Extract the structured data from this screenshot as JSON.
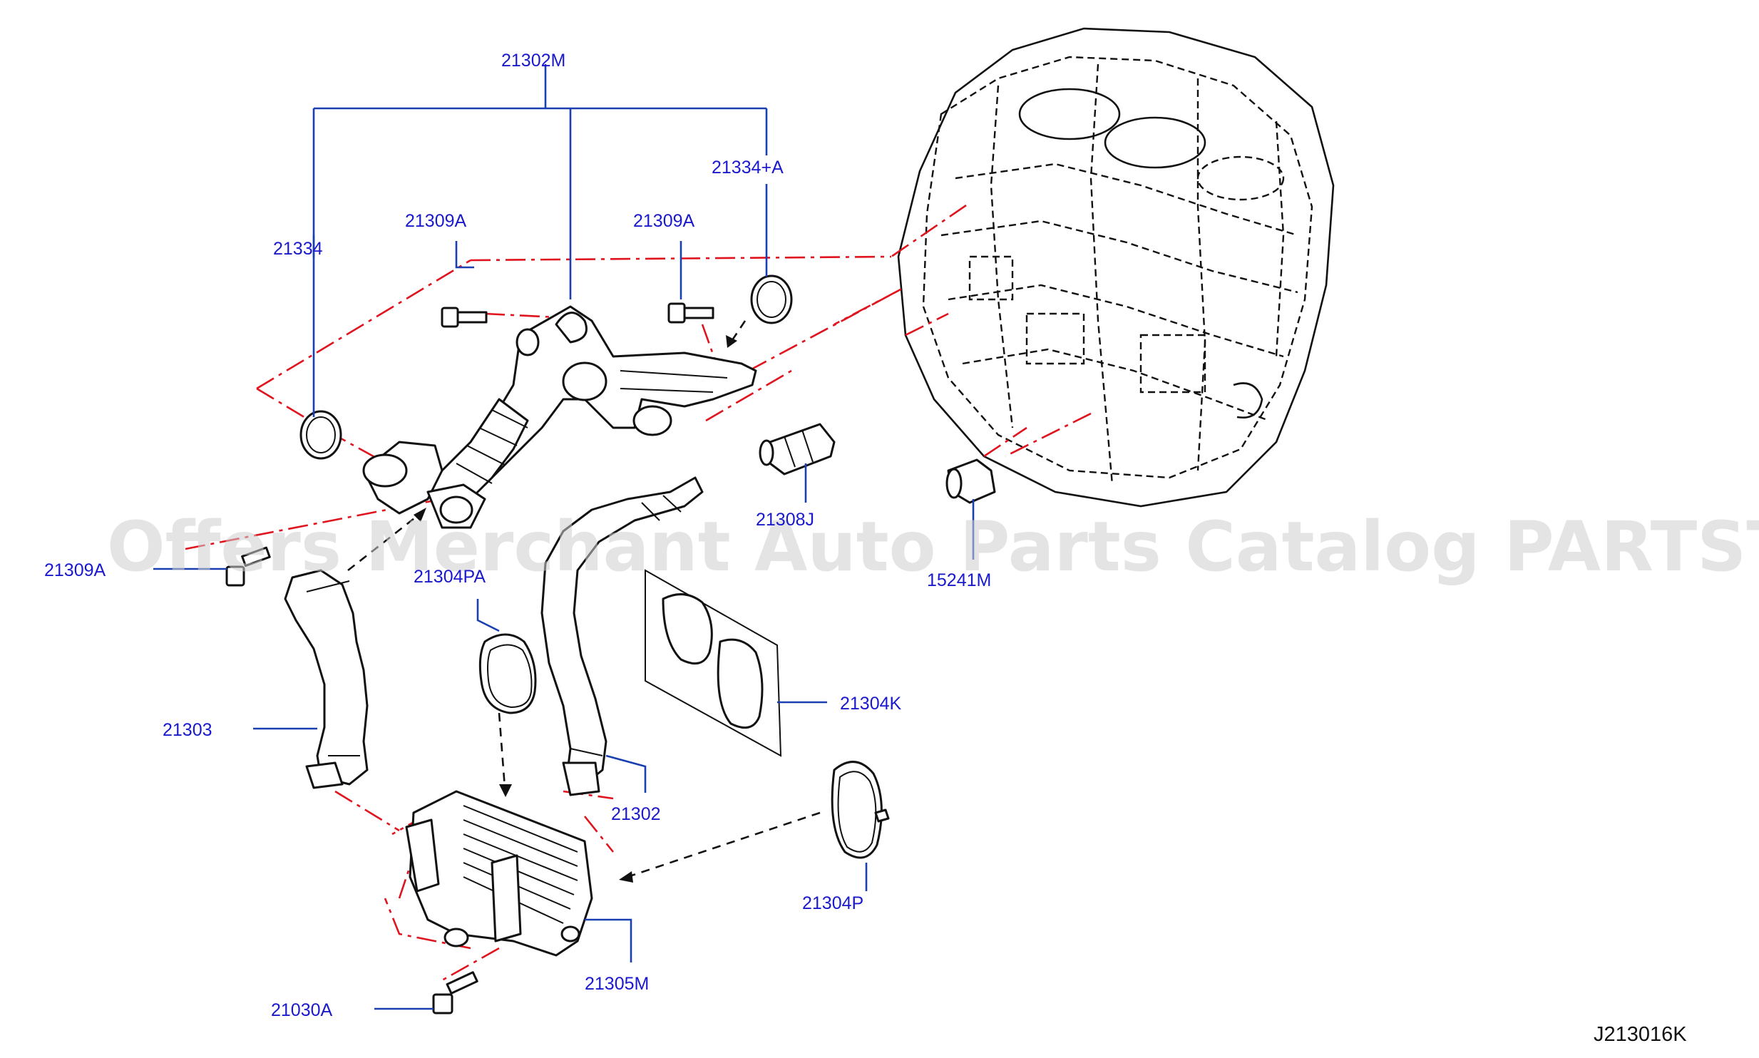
{
  "watermark": "Offers Merchant Auto Parts Catalog PARTSTORE.SA",
  "diagram_code": "J213016K",
  "colors": {
    "label": "#1a1acc",
    "leader": "#1a3fb0",
    "centerline": "#e0141e",
    "outline": "#111111"
  },
  "labels": {
    "p21302M": "21302M",
    "p21334A": "21334+A",
    "p21334": "21334",
    "p21309A_left": "21309A",
    "p21309A_mid": "21309A",
    "p21309A_low": "21309A",
    "p21308J": "21308J",
    "p15241M": "15241M",
    "p21304PA": "21304PA",
    "p21304K": "21304K",
    "p21303": "21303",
    "p21302": "21302",
    "p21304P": "21304P",
    "p21305M": "21305M",
    "p21030A": "21030A"
  }
}
